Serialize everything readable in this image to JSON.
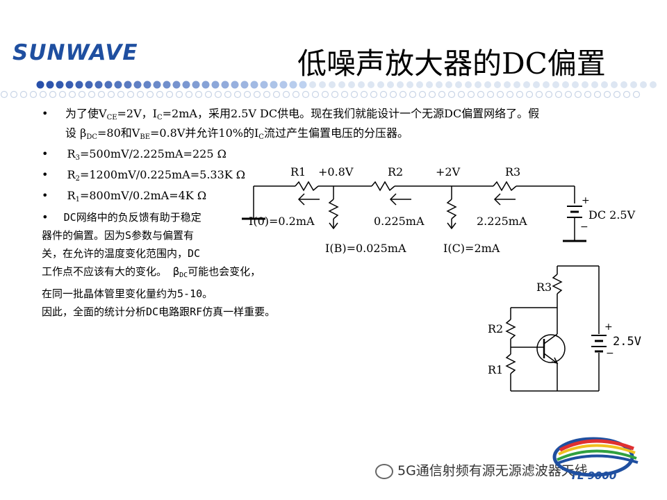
{
  "header": {
    "logo": "SUNWAVE",
    "title": "低噪声放大器的DC偏置",
    "accent_color": "#1f4fa0"
  },
  "bullets": {
    "b1_line1_pre": "为了使V",
    "b1_sub_ce": "CE",
    "b1_line1_mid1": "=2V，I",
    "b1_sub_c": "C",
    "b1_line1_mid2": "=2mA，采用2.5V DC供电。现在我们就能设计一个无源DC偏置网络了。假",
    "b1_line2_pre": "设 β",
    "b1_sub_dc": "DC",
    "b1_line2_mid1": "=80和V",
    "b1_sub_be": "BE",
    "b1_line2_mid2": "=0.8V并允许10%的I",
    "b1_sub_c2": "C",
    "b1_line2_end": "流过产生偏置电压的分压器。",
    "b2_pre": "R",
    "b2_sub": "3",
    "b2_rest": "=500mV/2.225mA=225 Ω",
    "b3_pre": "R",
    "b3_sub": "2",
    "b3_rest": "=1200mV/0.225mA=5.33K Ω",
    "b4_pre": "R",
    "b4_sub": "1",
    "b4_rest": "=800mV/0.2mA=4K Ω",
    "b5_line1": "DC网络中的负反馈有助于稳定",
    "b5_line2": "器件的偏置。因为S参数与偏置有",
    "b5_line3": "关，在允许的温度变化范围内，DC",
    "b5_line4": "工作点不应该有大的变化。 β",
    "b5_sub_dc": "DC",
    "b5_line4_end": "可能也会变化，",
    "b5_line5": "在同一批晶体管里变化量约为5-10。",
    "b5_line6": "因此，全面的统计分析DC电路跟RF仿真一样重要。"
  },
  "circuit_top": {
    "r1": "R1",
    "v1": "+0.8V",
    "r2": "R2",
    "v2": "+2V",
    "r3": "R3",
    "supply": "DC 2.5V",
    "i0": "I(0)=0.2mA",
    "i_mid": "0.225mA",
    "i_right": "2.225mA",
    "ib": "I(B)=0.025mA",
    "ic": "I(C)=2mA",
    "plus": "+",
    "minus": "−"
  },
  "circuit_bottom": {
    "r3": "R3",
    "r2": "R2",
    "r1": "R1",
    "supply": "2.5V",
    "plus": "+",
    "minus": "−"
  },
  "footer": {
    "watermark": "5G通信射频有源无源滤波器天线",
    "tl_logo": "TL 9000"
  }
}
